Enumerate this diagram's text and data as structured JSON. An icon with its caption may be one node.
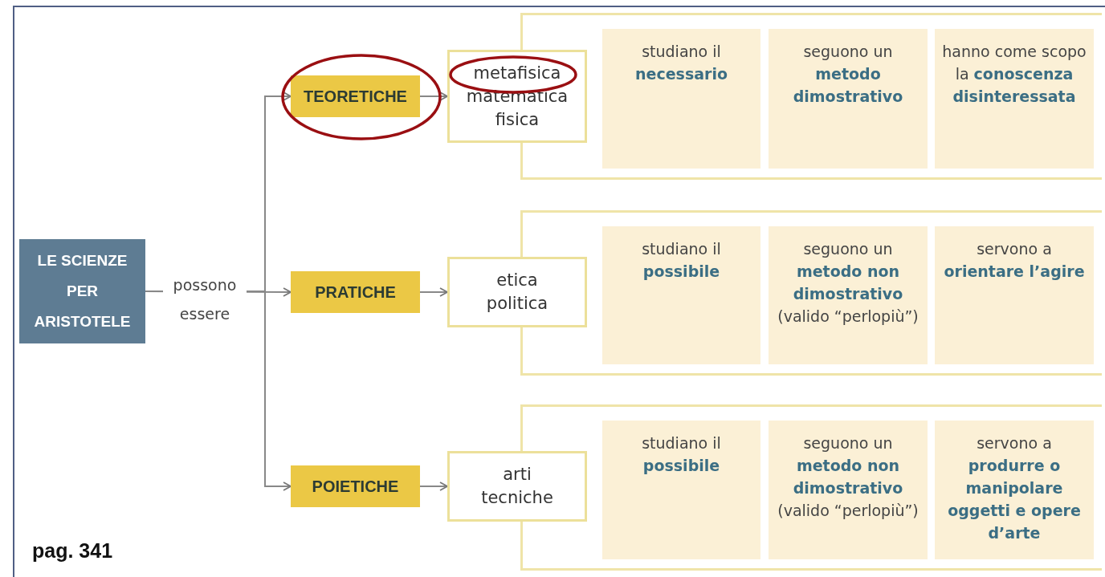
{
  "diagram": {
    "nodes": [
      {
        "text": [
          "LE SCIENZE PER ARISTOTELE"
        ]
      },
      {
        "text": [
          "TEORETICHE"
        ]
      },
      {
        "text": [
          "metafisica",
          "matematica",
          "fisica"
        ]
      },
      {
        "text": [],
        "shape": "box"
      },
      {
        "text": [
          "studiano il **necessario**"
        ],
        "in": 3
      },
      {
        "text": [
          "seguono un **metodo dimostrativo**"
        ],
        "in": 3
      },
      {
        "text": [
          "hanno come scopo la **conoscenza disinteressata**"
        ],
        "in": 3
      },
      {
        "text": [
          "PRATICHE"
        ]
      },
      {
        "text": [
          "etica",
          "politica"
        ]
      },
      {
        "text": [],
        "shape": "box"
      },
      {
        "text": [
          "studiano il **possibile**"
        ],
        "in": 9
      },
      {
        "text": [
          "seguono un **metodo non dimostrativo** (valido “perlopiù”)"
        ],
        "in": 9
      },
      {
        "text": [
          "servono a **orientare l’agire**"
        ],
        "in": 9
      },
      {
        "text": [
          "POIETICHE"
        ]
      },
      {
        "text": [
          "arti",
          "tecniche"
        ]
      },
      {
        "text": [],
        "shape": "box"
      },
      {
        "text": [
          "studiano il **possibile**"
        ],
        "in": 15
      },
      {
        "text": [
          "seguono un **metodo non dimostrativo** (valido “perlopiù”)"
        ],
        "in": 15
      },
      {
        "text": [
          "servono a **produrre o manipolare oggetti e opere d’arte**"
        ],
        "in": 15
      }
    ],
    "edges": [
      {
        "from": 0,
        "to": 1,
        "arrow": "to"
      },
      {
        "from": 0,
        "to": 7,
        "arrow": "to",
        "label": "possono essere"
      },
      {
        "from": 0,
        "to": 13,
        "arrow": "to"
      },
      {
        "from": 1,
        "to": 2,
        "arrow": "to"
      },
      {
        "from": 7,
        "to": 8,
        "arrow": "to"
      },
      {
        "from": 13,
        "to": 14,
        "arrow": "to"
      }
    ],
    "labels": [
      "pag. 341"
    ]
  }
}
